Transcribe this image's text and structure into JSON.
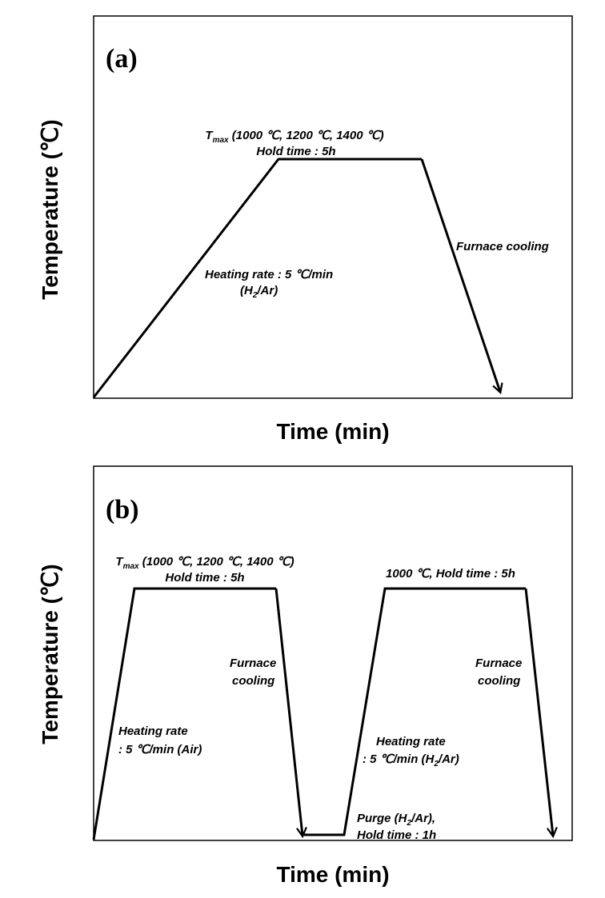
{
  "panel_a": {
    "label": "(a)",
    "xlabel": "Time (min)",
    "ylabel": "Temperature (℃)",
    "tmax_sym": "T",
    "tmax_sub": "max",
    "tmax_vals": " (1000 ℃, 1200 ℃, 1400 ℃)",
    "hold": "Hold time : 5h",
    "heating_rate": "Heating rate : 5 ℃/min",
    "atm_pre": "(H",
    "atm_sub": "2",
    "atm_post": "/Ar)",
    "cooling": "Furnace cooling"
  },
  "panel_b": {
    "label": "(b)",
    "xlabel": "Time (min)",
    "ylabel": "Temperature (℃)",
    "tmax_sym": "T",
    "tmax_sub": "max",
    "tmax_vals": " (1000 ℃, 1200 ℃, 1400 ℃)",
    "hold": "Hold time : 5h",
    "cooling1_l1": "Furnace",
    "cooling1_l2": "cooling",
    "heating1_l1": "Heating rate",
    "heating1_l2": ": 5 ℃/min (Air)",
    "second_hold": "1000 ℃, Hold time : 5h",
    "heating2_l1": "Heating rate",
    "heating2_pre": ": 5 ℃/min (H",
    "heating2_sub": "2",
    "heating2_post": "/Ar)",
    "purge_pre": "Purge (H",
    "purge_sub": "2",
    "purge_post": "/Ar),",
    "purge_l2": "Hold time : 1h",
    "cooling2_l1": "Furnace",
    "cooling2_l2": "cooling"
  }
}
